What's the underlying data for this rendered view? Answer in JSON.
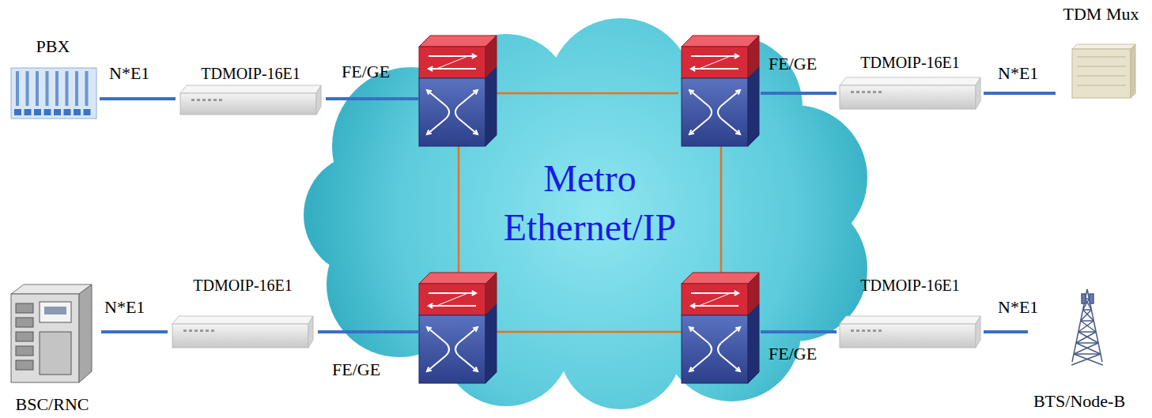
{
  "diagram": {
    "nodes": [
      {
        "text": [
          "PBX"
        ]
      },
      {
        "text": [
          "TDMOIP-16E1"
        ]
      },
      {
        "text": [
          "Metro Ethernet/IP"
        ]
      },
      {
        "text": [
          "TDMOIP-16E1"
        ]
      },
      {
        "text": [
          "TDM Mux"
        ]
      },
      {
        "text": [
          "BSC/RNC"
        ]
      },
      {
        "text": [
          "TDMOIP-16E1"
        ]
      },
      {
        "text": [
          "TDMOIP-16E1"
        ]
      },
      {
        "text": [
          "BTS/Node-B"
        ]
      }
    ],
    "edges": [
      {
        "from": 0,
        "to": 1,
        "label": "N*E1",
        "arrow": "none"
      },
      {
        "from": 1,
        "to": 2,
        "label": "FE/GE",
        "arrow": "none"
      },
      {
        "from": 2,
        "to": 3,
        "label": "FE/GE",
        "arrow": "none"
      },
      {
        "from": 3,
        "to": 4,
        "label": "N*E1",
        "arrow": "none"
      },
      {
        "from": 5,
        "to": 6,
        "label": "N*E1",
        "arrow": "none"
      },
      {
        "from": 6,
        "to": 2,
        "label": "FE/GE",
        "arrow": "none"
      },
      {
        "from": 2,
        "to": 7,
        "label": "FE/GE",
        "arrow": "none"
      },
      {
        "from": 7,
        "to": 8,
        "label": "N*E1",
        "arrow": "none"
      }
    ]
  }
}
